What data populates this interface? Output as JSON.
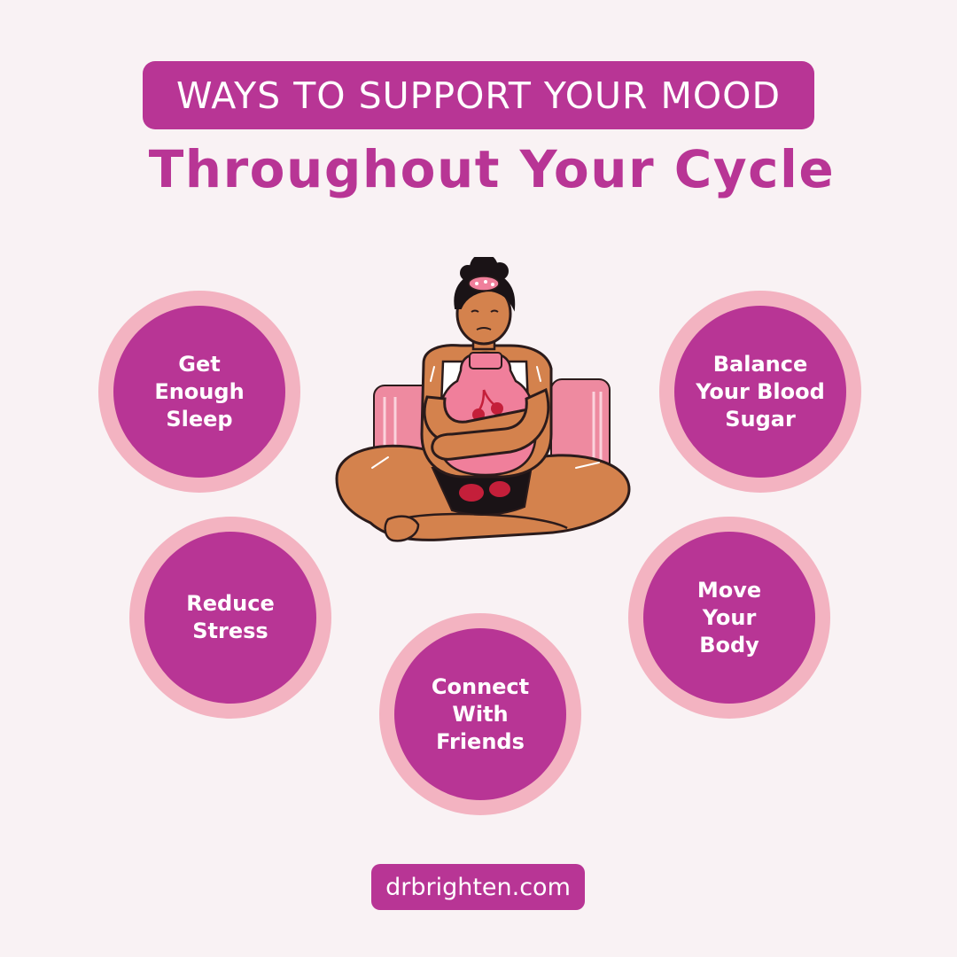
{
  "header": {
    "banner_text": "WAYS TO SUPPORT YOUR MOOD",
    "headline": "Throughout Your Cycle"
  },
  "tips": [
    {
      "label": "Get\nEnough\nSleep"
    },
    {
      "label": "Balance\nYour Blood\nSugar"
    },
    {
      "label": "Reduce\nStress"
    },
    {
      "label": "Move\nYour\nBody"
    },
    {
      "label": "Connect\nWith\nFriends"
    }
  ],
  "footer": {
    "website": "drbrighten.com"
  },
  "colors": {
    "background": "#f9f2f4",
    "primary": "#b83595",
    "ring": "#f3b3c1",
    "skin": "#d4824d",
    "accent_red": "#c41f3a"
  },
  "illustration": {
    "icon": "woman-hugging-hot-water-bottle-illustration"
  }
}
